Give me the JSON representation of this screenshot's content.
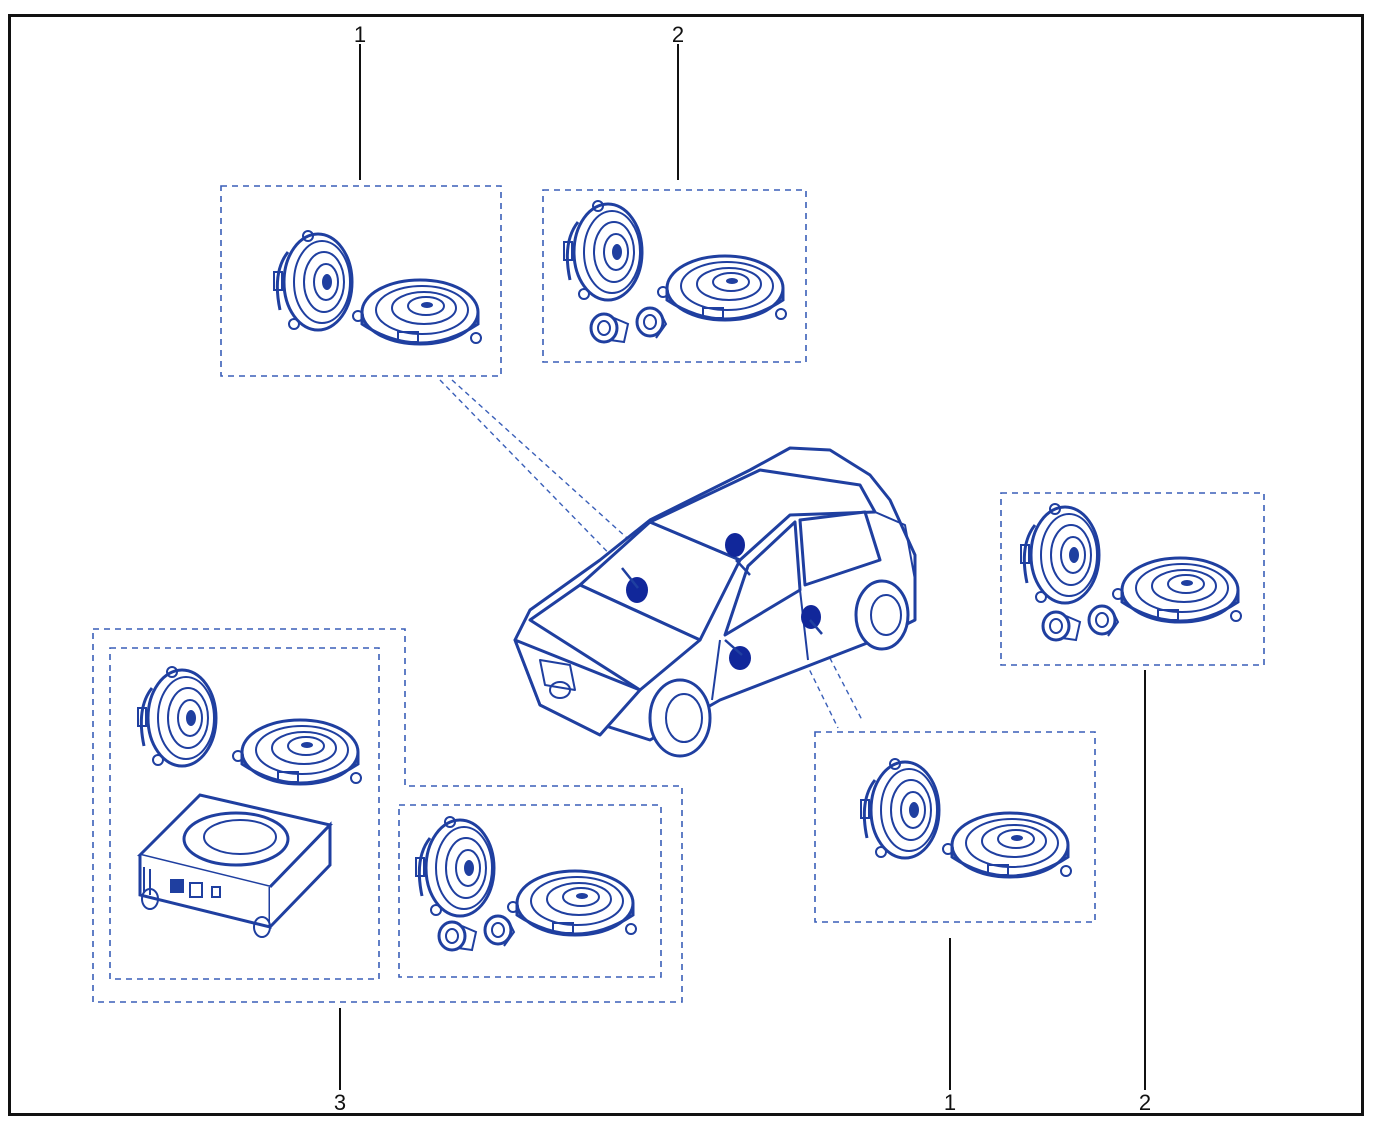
{
  "diagram": {
    "callouts": [
      {
        "id": "top-left",
        "label": "1"
      },
      {
        "id": "top-middle",
        "label": "2"
      },
      {
        "id": "bottom-left",
        "label": "3"
      },
      {
        "id": "bottom-right-a",
        "label": "1"
      },
      {
        "id": "bottom-right-b",
        "label": "2"
      }
    ],
    "colors": {
      "line_art": "#1f3fa0",
      "fill_dark": "#11279a",
      "frame": "#111111",
      "dashed_box": "#3a5fb8"
    },
    "icons": [
      "speaker-icon",
      "tweeter-icon",
      "subwoofer-box-icon",
      "car-icon"
    ]
  }
}
